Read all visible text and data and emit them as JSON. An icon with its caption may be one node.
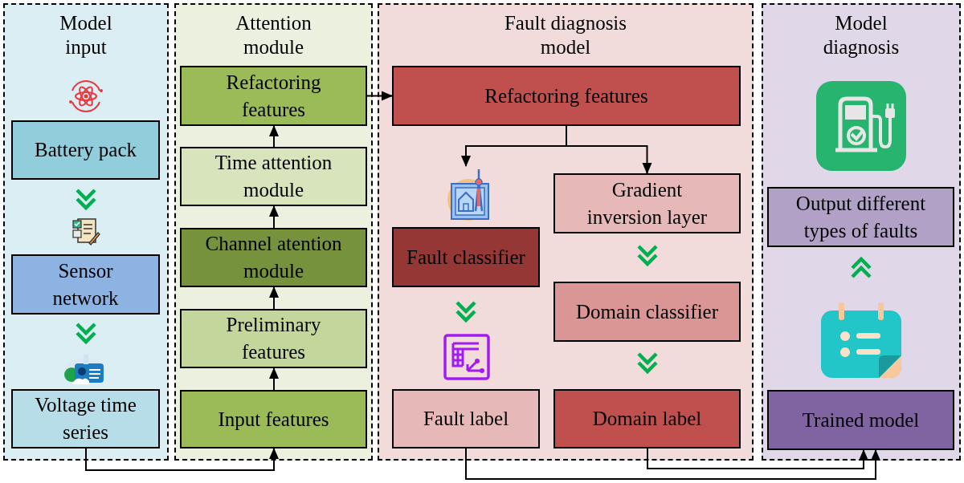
{
  "diagram": {
    "nodes": [
      {
        "text": [
          "Model input"
        ]
      },
      {
        "text": [
          "Battery pack"
        ],
        "in": 0
      },
      {
        "text": [
          "Sensor network"
        ],
        "in": 0
      },
      {
        "text": [
          "Voltage time series"
        ],
        "in": 0
      },
      {
        "text": [
          "Attention module"
        ]
      },
      {
        "text": [
          "Refactoring features"
        ],
        "in": 4
      },
      {
        "text": [
          "Time attention module"
        ],
        "in": 4
      },
      {
        "text": [
          "Channel atention module"
        ],
        "in": 4
      },
      {
        "text": [
          "Preliminary features"
        ],
        "in": 4
      },
      {
        "text": [
          "Input features"
        ],
        "in": 4
      },
      {
        "text": [
          "Fault diagnosis model"
        ]
      },
      {
        "text": [
          "Refactoring features"
        ],
        "in": 10
      },
      {
        "text": [],
        "shape": "picture",
        "in": 10
      },
      {
        "text": [
          "Gradient inversion layer"
        ],
        "in": 10
      },
      {
        "text": [
          "Fault classifier"
        ],
        "in": 10
      },
      {
        "text": [
          "Domain classifier"
        ],
        "in": 10
      },
      {
        "text": [
          "Fault label"
        ],
        "in": 10
      },
      {
        "text": [
          "Domain label"
        ],
        "in": 10
      },
      {
        "text": [
          "Model diagnosis"
        ]
      },
      {
        "text": [
          "Output different types of faults"
        ],
        "in": 18
      },
      {
        "text": [
          "Trained model"
        ],
        "in": 18
      }
    ],
    "edges": [
      {
        "from": 1,
        "to": 2,
        "arrow": "to",
        "style": "thick",
        "color": "#00b050"
      },
      {
        "from": 2,
        "to": 3,
        "arrow": "to",
        "style": "thick",
        "color": "#00b050"
      },
      {
        "from": 9,
        "to": 8,
        "arrow": "to"
      },
      {
        "from": 8,
        "to": 7,
        "arrow": "to"
      },
      {
        "from": 7,
        "to": 6,
        "arrow": "to"
      },
      {
        "from": 6,
        "to": 5,
        "arrow": "to"
      },
      {
        "from": 5,
        "to": 11,
        "arrow": "to"
      },
      {
        "from": 11,
        "to": 12,
        "arrow": "to"
      },
      {
        "from": 11,
        "to": 13,
        "arrow": "to"
      },
      {
        "from": 14,
        "to": 16,
        "arrow": "to",
        "style": "thick",
        "color": "#00b050"
      },
      {
        "from": 13,
        "to": 15,
        "arrow": "to",
        "style": "thick",
        "color": "#00b050"
      },
      {
        "from": 15,
        "to": 17,
        "arrow": "to",
        "style": "thick",
        "color": "#00b050"
      },
      {
        "from": 3,
        "to": 9,
        "arrow": "to"
      },
      {
        "from": 16,
        "to": 20,
        "arrow": "to"
      },
      {
        "from": 17,
        "to": 20,
        "arrow": "to"
      },
      {
        "from": 20,
        "to": 19,
        "arrow": "to",
        "style": "thick",
        "color": "#00b050"
      }
    ]
  }
}
